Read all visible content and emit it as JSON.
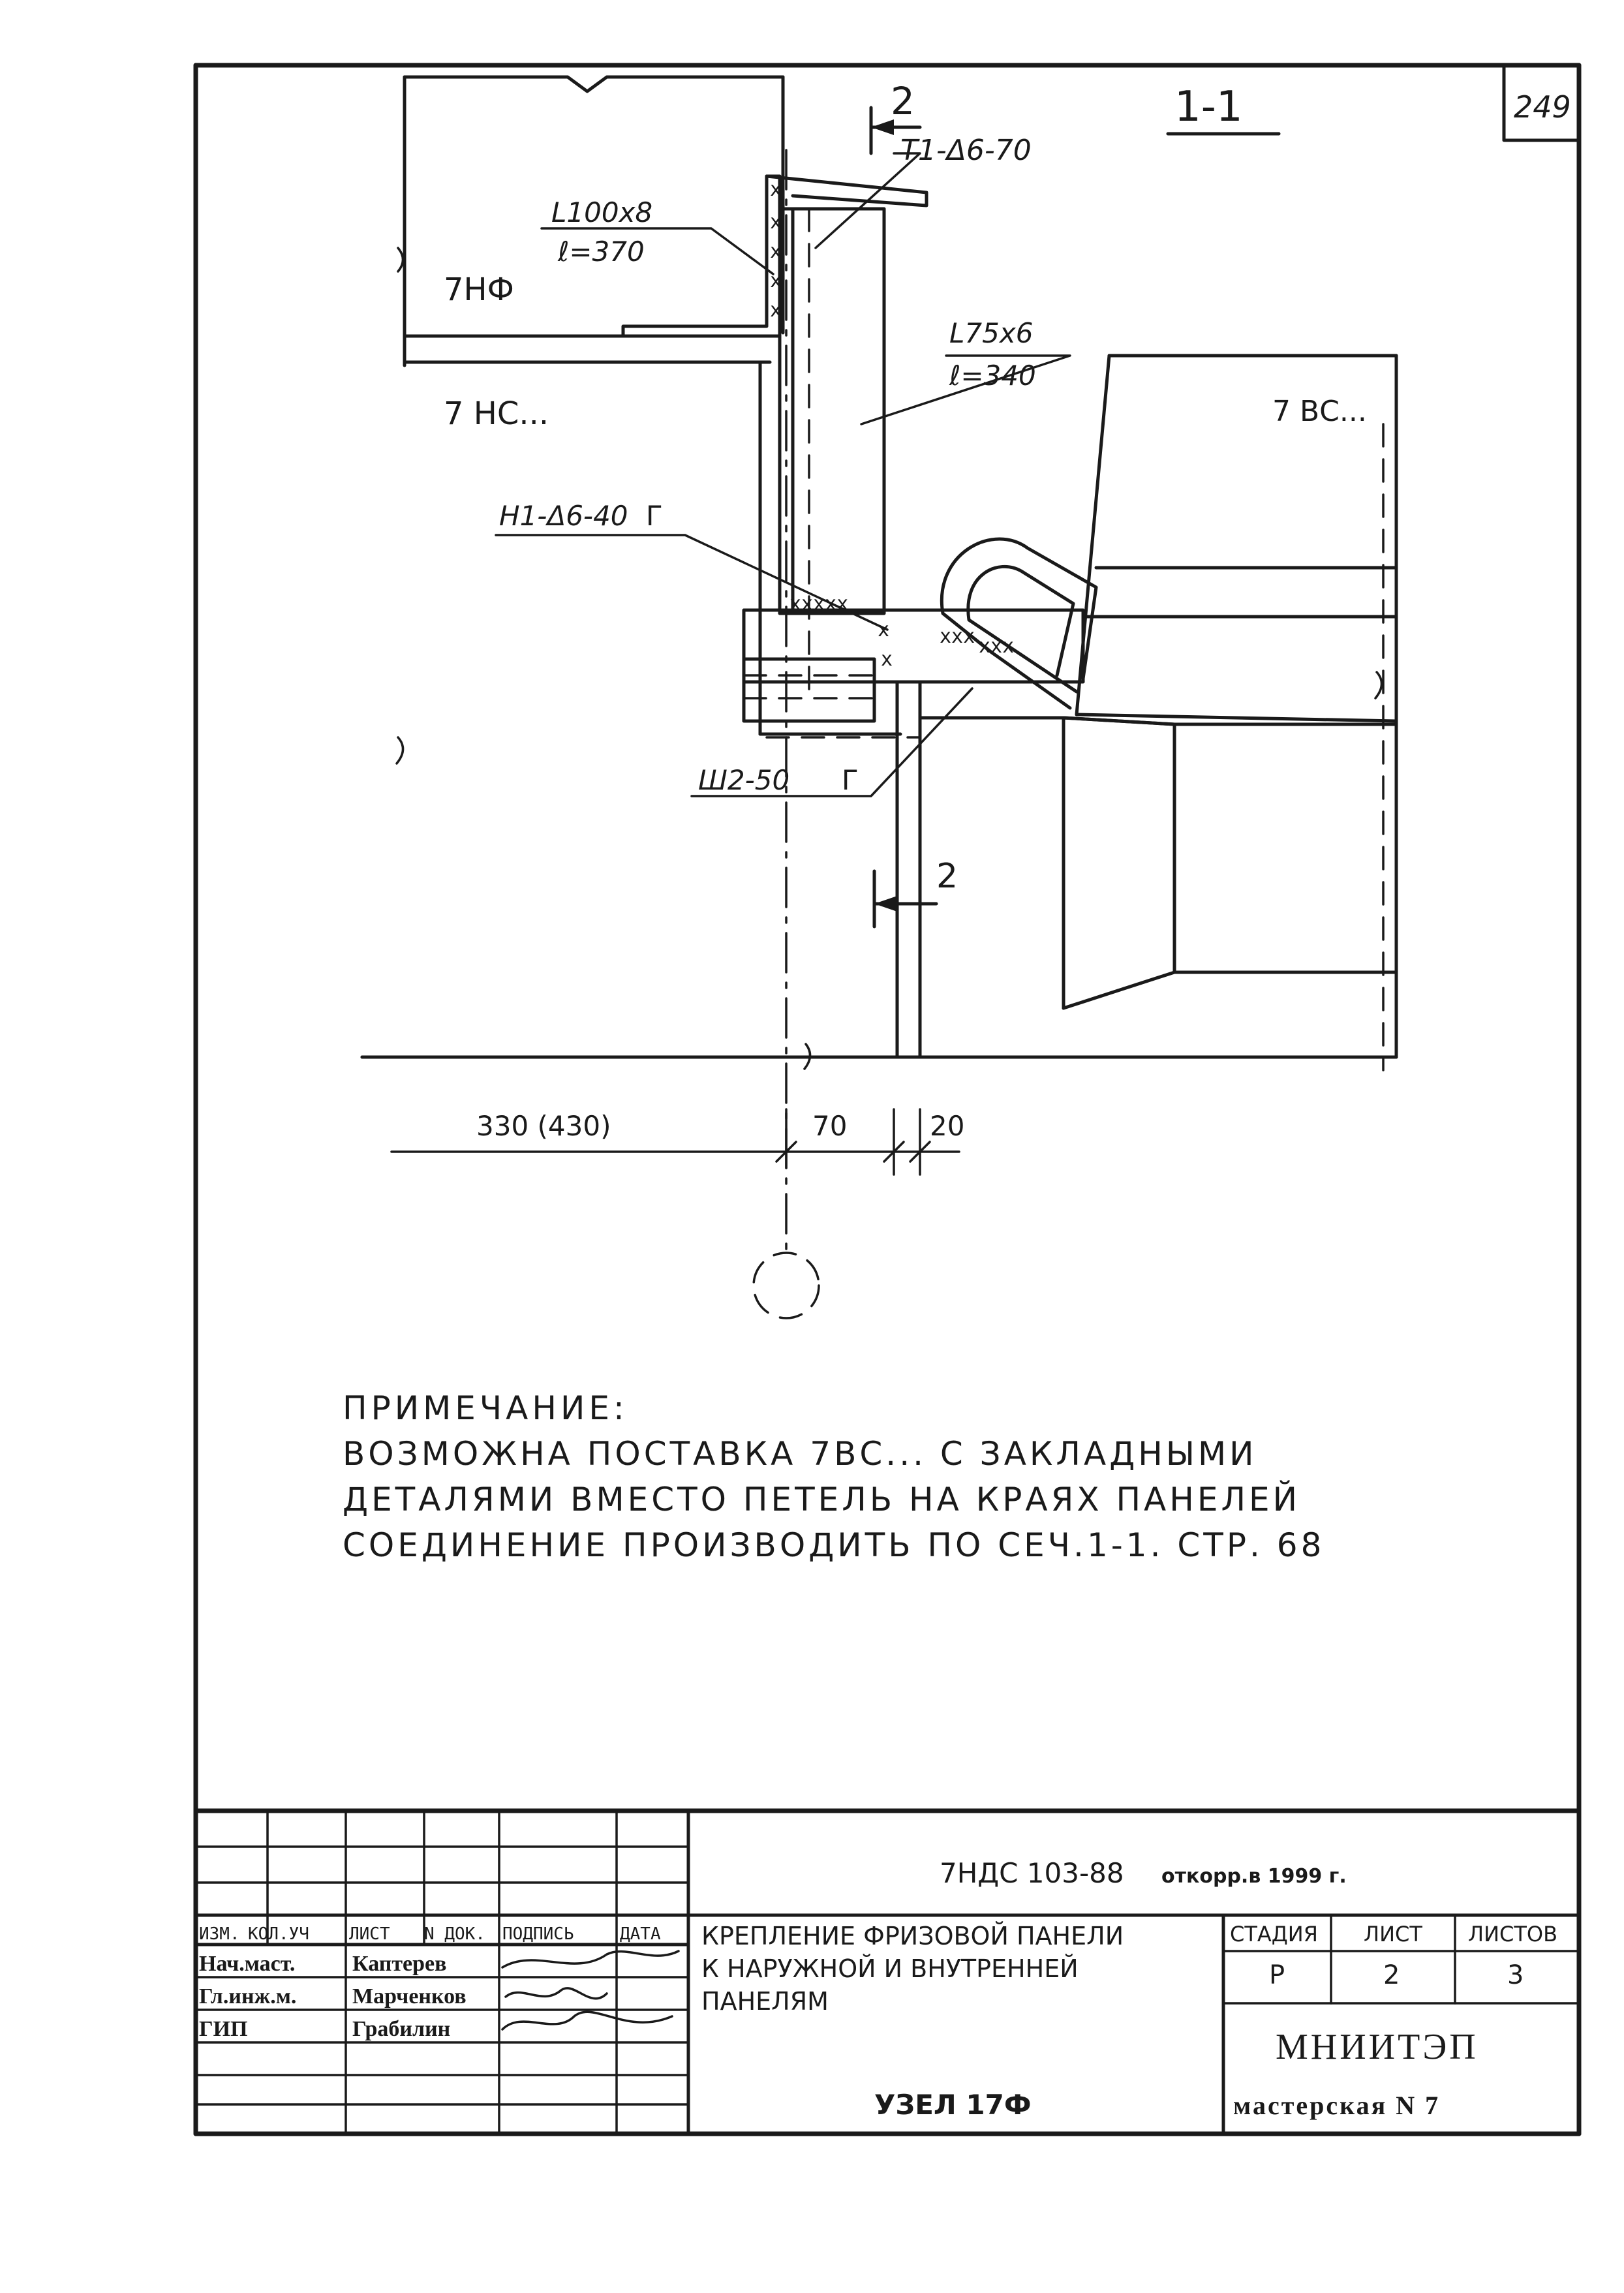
{
  "sheet_number": "249",
  "section": {
    "title": "1-1",
    "cut_label_top": "2",
    "cut_label_bottom": "2"
  },
  "labels": {
    "weld_t1": "T1-Δ6-70",
    "angle_big": "L100x8",
    "angle_big_len": "ℓ=370",
    "panel_frieze": "7НФ",
    "angle_small": "L75x6",
    "angle_small_len": "ℓ=340",
    "panel_outer": "7 НС...",
    "panel_inner": "7 ВС...",
    "weld_h1": "Н1-Δ6-40",
    "weld_h1_mark": "Г",
    "weld_sh2": "Ш2-50",
    "weld_sh2_mark": "Г"
  },
  "dimensions": {
    "d1": "330 (430)",
    "d2": "70",
    "d3": "20"
  },
  "note": {
    "heading": "ПРИМЕЧАНИЕ:",
    "line1": "ВОЗМОЖНА ПОСТАВКА 7ВС... С ЗАКЛАДНЫМИ",
    "line2": "ДЕТАЛЯМИ ВМЕСТО ПЕТЕЛЬ НА КРАЯХ ПАНЕЛЕЙ",
    "line3": "СОЕДИНЕНИЕ ПРОИЗВОДИТЬ ПО СЕЧ.1-1. СТР. 68"
  },
  "title_block": {
    "headers": [
      "ИЗМ.",
      "КОЛ.УЧ",
      "ЛИСТ",
      "N ДОК.",
      "ПОДПИСЬ",
      "ДАТА"
    ],
    "roles": [
      {
        "role": "Нач.маст.",
        "name": "Каптерев"
      },
      {
        "role": "Гл.инж.м.",
        "name": "Марченков"
      },
      {
        "role": "ГИП",
        "name": "Грабилин"
      }
    ],
    "doc_code": "7НДС 103-88",
    "doc_code_note": "откорр.в 1999 г.",
    "title_line1": "КРЕПЛЕНИЕ ФРИЗОВОЙ ПАНЕЛИ",
    "title_line2": "К НАРУЖНОЙ И ВНУТРЕННЕЙ",
    "title_line3": "ПАНЕЛЯМ",
    "node": "УЗЕЛ 17Ф",
    "stage_label": "СТАДИЯ",
    "sheet_label": "ЛИСТ",
    "sheets_label": "ЛИСТОВ",
    "stage": "Р",
    "sheet": "2",
    "sheets": "3",
    "org": "МНИИТЭП",
    "workshop": "мастерская N 7"
  }
}
